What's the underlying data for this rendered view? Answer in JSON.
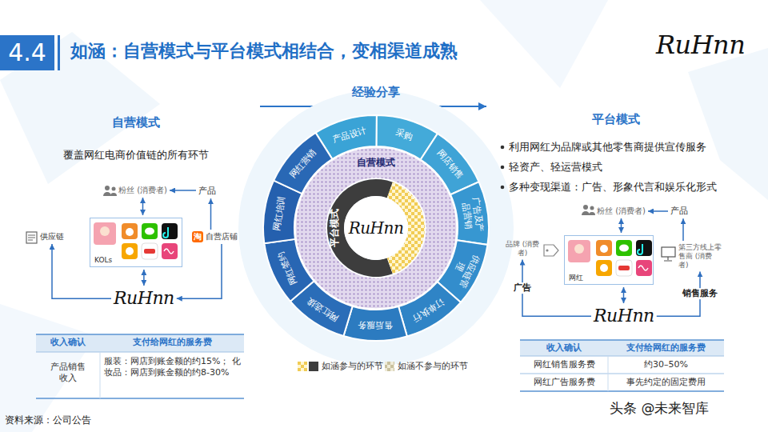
{
  "diagram": {
    "title": "如涵：自营模式与平台模式相结合，变相渠道成熟",
    "nodes": [
      {
        "text": [
          "4.4"
        ]
      },
      {
        "text": [
          "粉丝 (消费者)"
        ]
      },
      {
        "text": [
          "产品"
        ]
      },
      {
        "text": [
          "供应链"
        ]
      },
      {
        "text": [
          "KOLs"
        ]
      },
      {
        "text": [
          "自营店铺"
        ]
      },
      {
        "text": [
          "RuHnn"
        ]
      },
      {
        "text": [
          "产品设计"
        ]
      },
      {
        "text": [
          "采购"
        ]
      },
      {
        "text": [
          "网店销售"
        ]
      },
      {
        "text": [
          "广告及产品营销"
        ]
      },
      {
        "text": [
          "供应链管理"
        ]
      },
      {
        "text": [
          "订单执行"
        ]
      },
      {
        "text": [
          "售后服务"
        ]
      },
      {
        "text": [
          "网红选拔"
        ]
      },
      {
        "text": [
          "网红签约"
        ]
      },
      {
        "text": [
          "网红培训"
        ]
      },
      {
        "text": [
          "网红营销"
        ]
      },
      {
        "text": [
          "自营模式"
        ]
      },
      {
        "text": [
          "平台模式"
        ]
      },
      {
        "text": [
          "RuHnn"
        ]
      },
      {
        "text": [
          "粉丝 (消费者)"
        ]
      },
      {
        "text": [
          "产品"
        ]
      },
      {
        "text": [
          "品牌 (消费者)"
        ]
      },
      {
        "text": [
          "网红"
        ]
      },
      {
        "text": [
          "第三方线上零售商 (消费者)"
        ]
      },
      {
        "text": [
          "RuHnn"
        ]
      }
    ],
    "edges": [
      {
        "from": 2,
        "to": 1,
        "arrow": "to"
      },
      {
        "from": 5,
        "to": 2,
        "arrow": "to"
      },
      {
        "from": 1,
        "to": 4,
        "arrow": "both"
      },
      {
        "from": 4,
        "to": 6,
        "arrow": "both"
      },
      {
        "from": 6,
        "to": 3,
        "arrow": "to"
      },
      {
        "from": 5,
        "to": 6,
        "arrow": "to"
      },
      {
        "from": 22,
        "to": 21,
        "arrow": "to"
      },
      {
        "from": 25,
        "to": 22,
        "arrow": "to"
      },
      {
        "from": 26,
        "to": 23,
        "label": "广告",
        "arrow": "to"
      },
      {
        "from": 26,
        "to": 25,
        "label": "销售服务",
        "arrow": "to"
      },
      {
        "from": 21,
        "to": 24,
        "arrow": "both"
      },
      {
        "from": 24,
        "to": 26,
        "arrow": "both"
      }
    ],
    "labels": [
      "RuHnn",
      "自营模式",
      "覆盖网红电商价值链的所有环节",
      "淘",
      "收入确认",
      "支付给网红的服务费",
      "产品销售收入",
      "服装：网店到账金额的约15%； 化妆品：网店到账金额的约8-30%",
      "经验分享",
      "平台模式",
      "利用网红为品牌或其他零售商提供宣传服务",
      "轻资产、轻运营模式",
      "多种变现渠道：广告、形象代言和娱乐化形式",
      "收入确认",
      "支付给网红的服务费",
      "网红销售服务费",
      "约30–50%",
      "网红广告服务费",
      "事先约定的固定费用",
      "资料来源：公司公告",
      "头条 @未来智库"
    ],
    "legend": [
      {
        "text": "如涵参与的环节"
      },
      {
        "text": "如涵不参与的环节"
      }
    ]
  }
}
